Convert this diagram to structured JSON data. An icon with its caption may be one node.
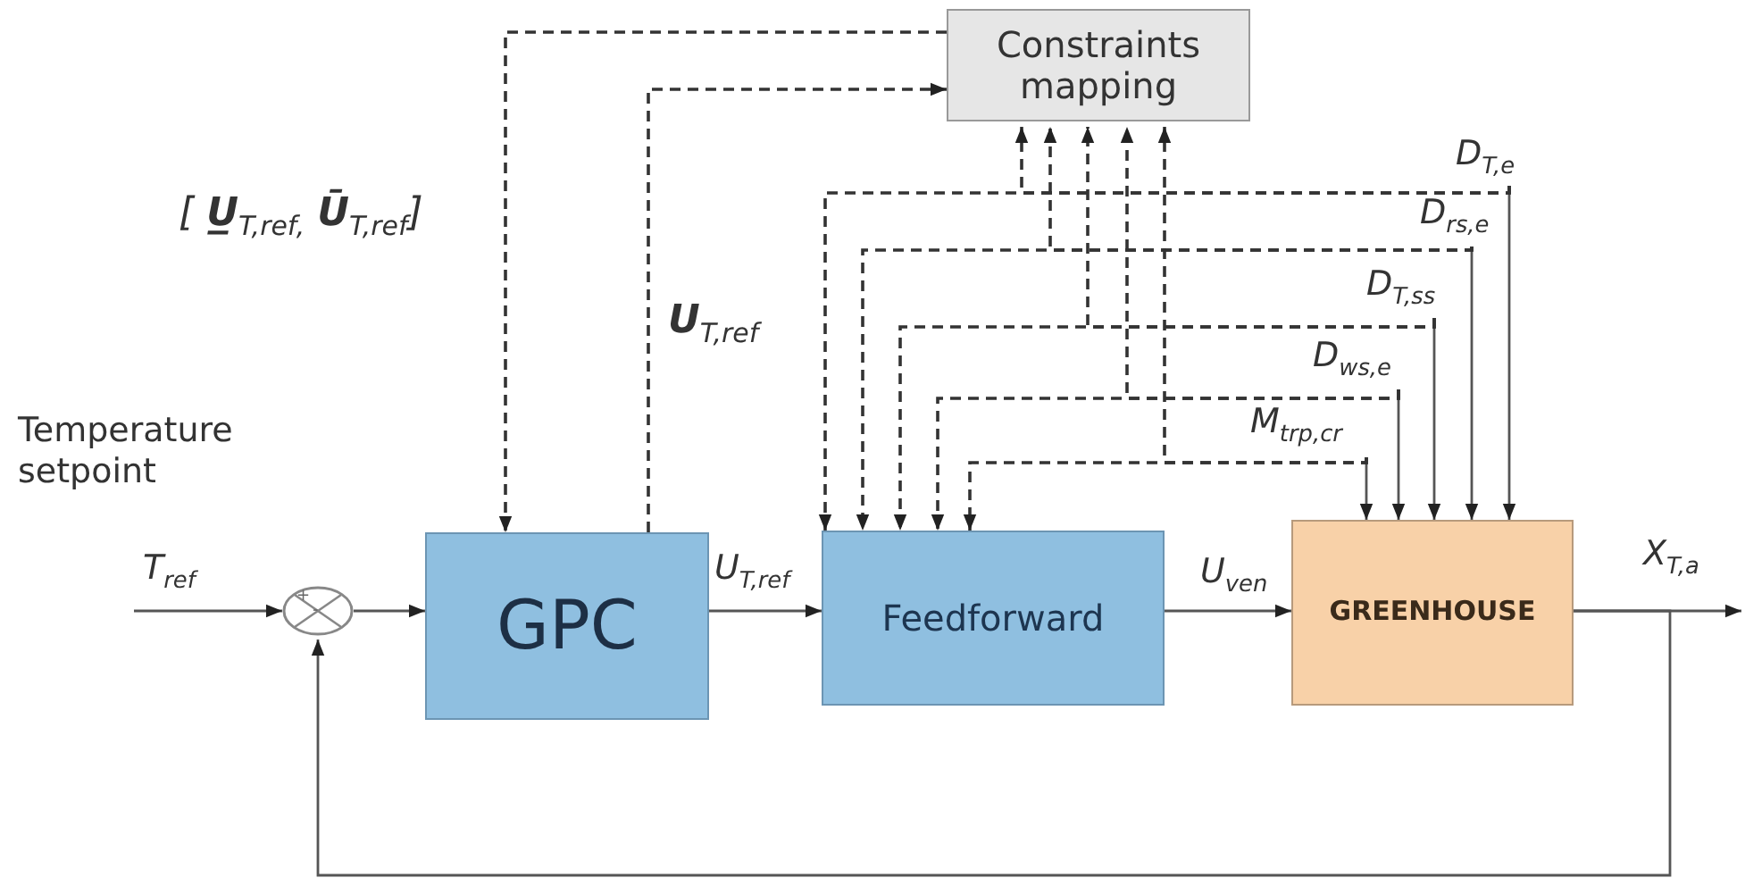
{
  "diagram": {
    "nodes": [
      {
        "text": [
          "Constraints mapping"
        ]
      },
      {
        "text": [
          "GPC"
        ]
      },
      {
        "text": [
          "Feedforward"
        ]
      },
      {
        "text": [
          "GREENHOUSE"
        ]
      },
      {
        "text": [],
        "shape": "circle"
      },
      {
        "text": [
          "D$_{T,e}$"
        ]
      },
      {
        "text": [
          "D$_{rs,e}$"
        ]
      },
      {
        "text": [
          "D$_{T,ss}$"
        ]
      },
      {
        "text": [
          "D$_{ws,e}$"
        ]
      },
      {
        "text": [
          "M$_{trp,cr}$"
        ]
      }
    ],
    "edges": [
      {
        "from": null,
        "to": 4,
        "arrow": "to",
        "label": "T$_{ref}$"
      },
      {
        "from": 4,
        "to": 1,
        "arrow": "to"
      },
      {
        "from": 1,
        "to": 2,
        "arrow": "to",
        "label": "U$_{T,ref}$"
      },
      {
        "from": 2,
        "to": 3,
        "arrow": "to",
        "label": "U$_{ven}$"
      },
      {
        "from": 3,
        "to": null,
        "arrow": "to",
        "label": "X$_{T,a}$"
      },
      {
        "from": 3,
        "to": 4,
        "arrow": "to"
      },
      {
        "from": 0,
        "to": 1,
        "arrow": "to",
        "style": "dashed",
        "label": "[ **U̲**$_{T,ref,}$ **Ū**$_{T,ref}$]"
      },
      {
        "from": 1,
        "to": 0,
        "arrow": "to",
        "style": "dashed",
        "label": "**U**$_{T,ref}$"
      },
      {
        "from": 5,
        "to": 3,
        "arrow": "to"
      },
      {
        "from": 5,
        "to": 2,
        "arrow": "to",
        "style": "dashed"
      },
      {
        "from": 5,
        "to": 0,
        "arrow": "to",
        "style": "dashed"
      },
      {
        "from": 6,
        "to": 3,
        "arrow": "to"
      },
      {
        "from": 6,
        "to": 2,
        "arrow": "to",
        "style": "dashed"
      },
      {
        "from": 6,
        "to": 0,
        "arrow": "to",
        "style": "dashed"
      },
      {
        "from": 7,
        "to": 3,
        "arrow": "to"
      },
      {
        "from": 7,
        "to": 2,
        "arrow": "to",
        "style": "dashed"
      },
      {
        "from": 7,
        "to": 0,
        "arrow": "to",
        "style": "dashed"
      },
      {
        "from": 8,
        "to": 3,
        "arrow": "to"
      },
      {
        "from": 8,
        "to": 2,
        "arrow": "to",
        "style": "dashed"
      },
      {
        "from": 8,
        "to": 0,
        "arrow": "to",
        "style": "dashed"
      },
      {
        "from": 9,
        "to": 3,
        "arrow": "to"
      },
      {
        "from": 9,
        "to": 2,
        "arrow": "to",
        "style": "dashed"
      },
      {
        "from": 9,
        "to": 0,
        "arrow": "to",
        "style": "dashed"
      }
    ],
    "labels": [
      "Temperature setpoint",
      "+",
      "-"
    ]
  }
}
